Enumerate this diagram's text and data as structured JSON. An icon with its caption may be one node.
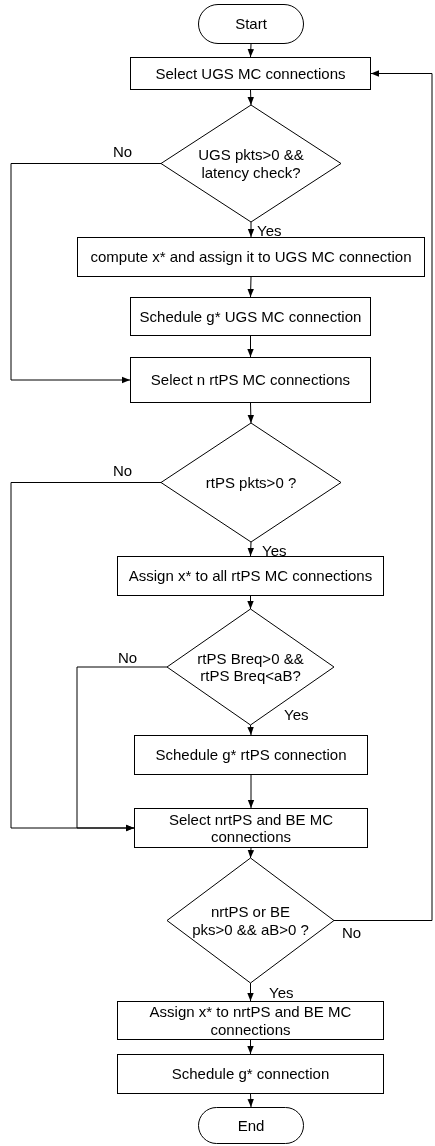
{
  "diagram": {
    "nodes": [
      {
        "text": [
          "Start"
        ]
      },
      {
        "text": [
          "Select UGS MC connections"
        ]
      },
      {
        "text": [
          "UGS pkts>0 && latency check?"
        ]
      },
      {
        "text": [
          "compute x* and assign it to UGS MC connection"
        ]
      },
      {
        "text": [
          "Schedule g* UGS MC connection"
        ]
      },
      {
        "text": [
          "Select n rtPS MC connections"
        ]
      },
      {
        "text": [
          "rtPS pkts>0 ?"
        ]
      },
      {
        "text": [
          "Assign x* to all rtPS MC connections"
        ]
      },
      {
        "text": [
          "rtPS Breq>0 && rtPS Breq<aB?"
        ]
      },
      {
        "text": [
          "Schedule g* rtPS connection"
        ]
      },
      {
        "text": [
          "Select nrtPS and BE MC connections"
        ]
      },
      {
        "text": [
          "nrtPS or BE pks>0 && aB>0 ?"
        ]
      },
      {
        "text": [
          "Assign x* to nrtPS and BE MC connections"
        ]
      },
      {
        "text": [
          "Schedule g* connection"
        ]
      },
      {
        "text": [
          "End"
        ]
      }
    ],
    "edges": [
      {
        "from": 0,
        "to": 1,
        "arrow": "to"
      },
      {
        "from": 1,
        "to": 2,
        "arrow": "to"
      },
      {
        "from": 2,
        "to": 3,
        "arrow": "to",
        "label": "Yes"
      },
      {
        "from": 2,
        "to": 5,
        "arrow": "to",
        "label": "No"
      },
      {
        "from": 3,
        "to": 4,
        "arrow": "to"
      },
      {
        "from": 4,
        "to": 5,
        "arrow": "to"
      },
      {
        "from": 5,
        "to": 6,
        "arrow": "to"
      },
      {
        "from": 6,
        "to": 7,
        "arrow": "to",
        "label": "Yes"
      },
      {
        "from": 6,
        "to": 10,
        "arrow": "to",
        "label": "No"
      },
      {
        "from": 7,
        "to": 8,
        "arrow": "to"
      },
      {
        "from": 8,
        "to": 9,
        "arrow": "to",
        "label": "Yes"
      },
      {
        "from": 8,
        "to": 10,
        "arrow": "to",
        "label": "No"
      },
      {
        "from": 9,
        "to": 10,
        "arrow": "to"
      },
      {
        "from": 10,
        "to": 11,
        "arrow": "to"
      },
      {
        "from": 11,
        "to": 1,
        "arrow": "to",
        "label": "No"
      },
      {
        "from": 11,
        "to": 12,
        "arrow": "to",
        "label": "Yes"
      },
      {
        "from": 12,
        "to": 13,
        "arrow": "to"
      },
      {
        "from": 13,
        "to": 14,
        "arrow": "to"
      }
    ]
  }
}
